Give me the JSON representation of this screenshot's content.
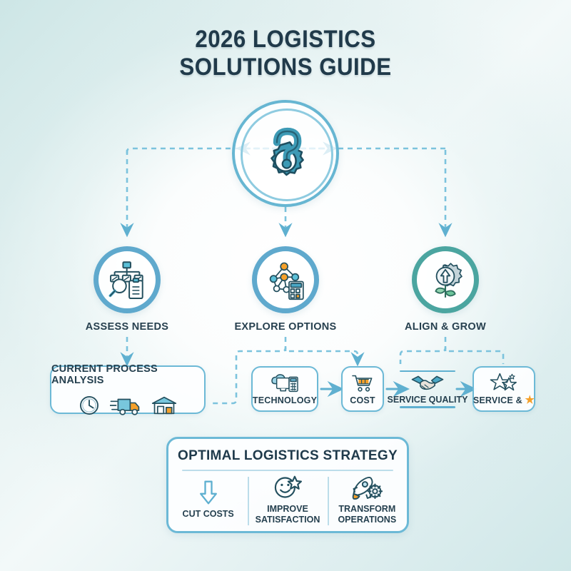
{
  "title": "2026 LOGISTICS\nSOLUTIONS GUIDE",
  "colors": {
    "accent_blue": "#5fa9cd",
    "accent_teal": "#4ba5a0",
    "line_blue": "#6cb9d6",
    "text_navy": "#25404f",
    "orange": "#f5a02a",
    "background_edge": "#cfe6e6"
  },
  "hub": {
    "icon": "question-gear-icon",
    "label": ""
  },
  "nodes": [
    {
      "id": "assess",
      "label": "ASSESS NEEDS",
      "icon": "magnifier-chart-clipboard-icon",
      "ring_color": "#5fa9cd"
    },
    {
      "id": "explore",
      "label": "EXPLORE OPTIONS",
      "icon": "network-calculator-icon",
      "ring_color": "#5fa9cd"
    },
    {
      "id": "align",
      "label": "ALIGN & GROW",
      "icon": "gear-arrow-leaf-icon",
      "ring_color": "#4ba5a0"
    }
  ],
  "process_box": {
    "title": "CURRENT PROCESS ANALYSIS",
    "icons": [
      "clock-icon",
      "delivery-truck-icon",
      "warehouse-icon"
    ]
  },
  "chain": [
    {
      "id": "technology",
      "label": "TECHNOLOGY",
      "icon": "monitor-cloud-calculator-icon",
      "boxed": true
    },
    {
      "id": "cost",
      "label": "COST",
      "icon": "shopping-cart-icon",
      "boxed": true
    },
    {
      "id": "service-quality",
      "label": "SERVICE QUALITY",
      "icon": "handshake-icon",
      "boxed": false
    },
    {
      "id": "service-star",
      "label": "SERVICE &",
      "label_suffix": "★",
      "icon": "stars-icon",
      "boxed": true
    }
  ],
  "panel": {
    "title": "OPTIMAL LOGISTICS STRATEGY",
    "items": [
      {
        "id": "cut-costs",
        "label": "CUT COSTS",
        "icon": "down-arrow-icon"
      },
      {
        "id": "improve-satisfaction",
        "label": "IMPROVE\nSATISFACTION",
        "icon": "smiley-star-icon"
      },
      {
        "id": "transform-operations",
        "label": "TRANSFORM\nOPERATIONS",
        "icon": "rocket-gear-icon"
      }
    ]
  }
}
